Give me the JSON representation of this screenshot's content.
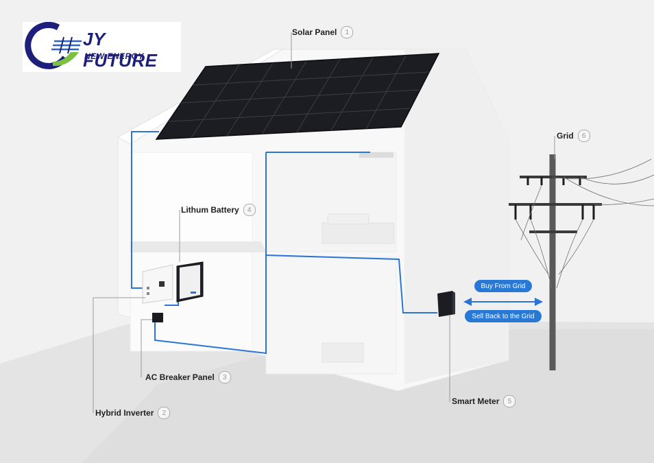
{
  "brand": {
    "line1": "JY FUTURE",
    "line2": "NEW ENERGY",
    "colors": {
      "navy": "#1d1f7a",
      "green": "#7bc043",
      "blue": "#2a66c9"
    }
  },
  "components": [
    {
      "id": "solar-panel",
      "label": "Solar Panel",
      "number": "1"
    },
    {
      "id": "hybrid-inverter",
      "label": "Hybrid Inverter",
      "number": "2"
    },
    {
      "id": "ac-breaker-panel",
      "label": "AC Breaker Panel",
      "number": "3"
    },
    {
      "id": "lithium-battery",
      "label": "Lithum Battery",
      "number": "4"
    },
    {
      "id": "smart-meter",
      "label": "Smart Meter",
      "number": "5"
    },
    {
      "id": "grid",
      "label": "Grid",
      "number": "6"
    }
  ],
  "flows": {
    "buy": "Buy From Grid",
    "sell": "Sell Back to the Grid"
  },
  "colors": {
    "wire": "#2a74d6",
    "pill": "#2878d6",
    "panel": "#1b1d22"
  }
}
